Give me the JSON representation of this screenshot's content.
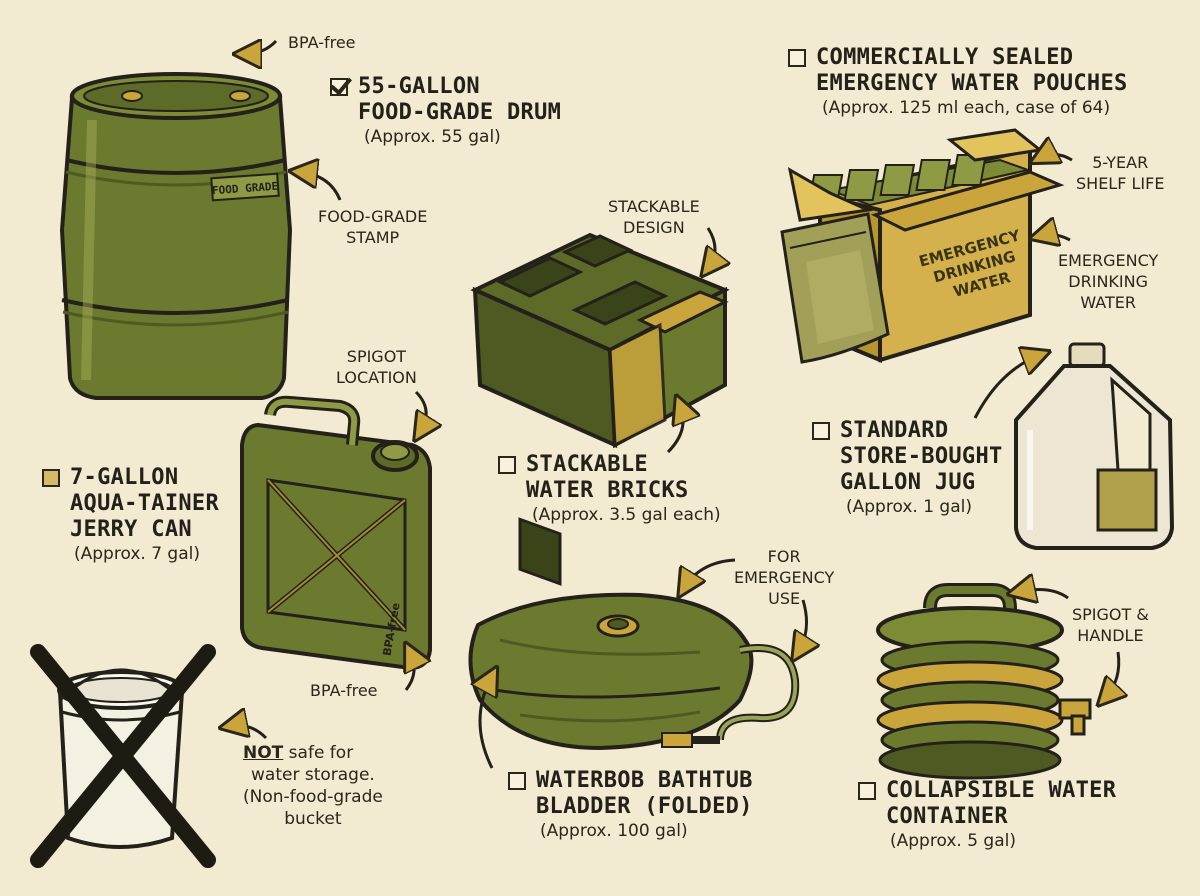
{
  "items": [
    {
      "id": "drum",
      "checked": true,
      "title": [
        "55-GALLON",
        "FOOD-GRADE DRUM"
      ],
      "capacity": "(Approx. 55 gal)"
    },
    {
      "id": "pouches",
      "checked": false,
      "title": [
        "COMMERCIALLY SEALED",
        "EMERGENCY WATER POUCHES"
      ],
      "capacity": "(Approx. 125 ml each, case of 64)"
    },
    {
      "id": "bricks",
      "checked": false,
      "title": [
        "STACKABLE",
        "WATER BRICKS"
      ],
      "capacity": "(Approx. 3.5 gal each)"
    },
    {
      "id": "jug",
      "checked": false,
      "title": [
        "STANDARD",
        "STORE-BOUGHT",
        "GALLON JUG"
      ],
      "capacity": "(Approx. 1 gal)"
    },
    {
      "id": "jerry",
      "checked": false,
      "title": [
        "7-GALLON",
        "AQUA-TAINER",
        "JERRY CAN"
      ],
      "capacity": "(Approx. 7 gal)"
    },
    {
      "id": "waterbob",
      "checked": false,
      "title": [
        "WATERBOB BATHTUB",
        "BLADDER (FOLDED)"
      ],
      "capacity": "(Approx. 100 gal)"
    },
    {
      "id": "collapsible",
      "checked": false,
      "title": [
        "COLLAPSIBLE WATER",
        "CONTAINER"
      ],
      "capacity": "(Approx. 5 gal)"
    }
  ],
  "notes": {
    "drum_top": "BPA-free",
    "drum_stamp": [
      "FOOD-GRADE",
      "STAMP"
    ],
    "drum_label": "FOOD GRADE",
    "spigot_location": [
      "SPIGOT",
      "LOCATION"
    ],
    "jerry_bottom": "BPA-free",
    "jerry_label": "BPA-free",
    "stackable_design": [
      "STACKABLE",
      "DESIGN"
    ],
    "shelf_life": [
      "5-YEAR",
      "SHELF LIFE"
    ],
    "emergency_water": [
      "EMERGENCY",
      "DRINKING",
      "WATER"
    ],
    "box_label": [
      "EMERGENCY",
      "DRINKING",
      "WATER"
    ],
    "for_emergency": [
      "FOR",
      "EMERGENCY",
      "USE"
    ],
    "spigot_handle": [
      "SPIGOT &",
      "HANDLE"
    ]
  },
  "warning": {
    "not": "NOT",
    "rest": " safe for",
    "line2": "water storage.",
    "line3": "(Non-food-grade",
    "line4": "bucket"
  },
  "colors": {
    "background": "#f3ead2",
    "olive_dark": "#4f5a22",
    "olive": "#6b7a2f",
    "olive_light": "#8f9a45",
    "mustard": "#c9a53c",
    "ink": "#2a2718"
  }
}
